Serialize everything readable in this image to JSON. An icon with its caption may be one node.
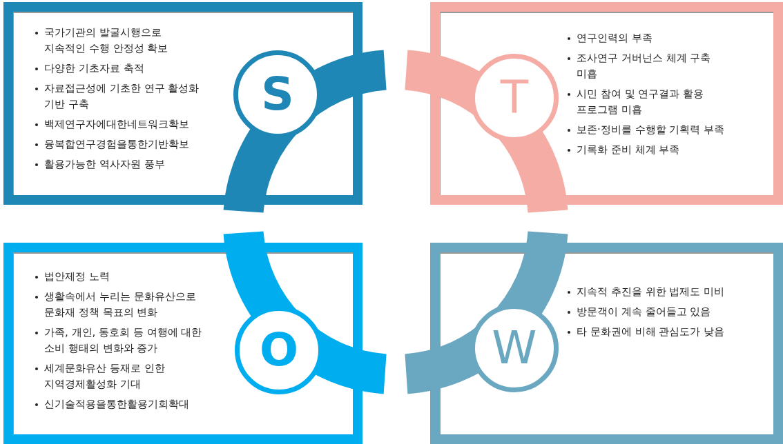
{
  "diagram": {
    "nodes": [
      {
        "text": [
          "국가기관의 발굴시행으로 지속적인 수행 안정성 확보",
          "다양한 기초자료 축적",
          "자료접근성에 기초한 연구 활성화 기반 구축",
          "백제연구자에대한네트워크확보",
          "융복합연구경험을통한기반확보",
          "활용가능한 역사자원 풍부"
        ]
      },
      {
        "text": [
          "S"
        ],
        "in": 0
      },
      {
        "text": [
          "연구인력의 부족",
          "조사연구 거버넌스 체계 구축 미흡",
          "시민 참여 및 연구결과 활용 프로그램 미흡",
          "보존·정비를 수행할 기획력 부족",
          "기록화 준비 체계 부족"
        ]
      },
      {
        "text": [
          "T"
        ],
        "in": 2
      },
      {
        "text": [
          "법안제정 노력",
          "생활속에서 누리는 문화유산으로 문화재 정책 목표의 변화",
          "가족, 개인, 동호회 등 여행에 대한 소비 행태의 변화와 증가",
          "세계문화유산 등재로 인한 지역경제활성화 기대",
          "신기술적용을통한활용기회확대"
        ]
      },
      {
        "text": [
          "O"
        ],
        "in": 4
      },
      {
        "text": [
          "지속적 추진을 위한 법제도 미비",
          "방문객이 계속 줄어들고 있음",
          "타 문화권에 비해 관심도가 낮음"
        ]
      },
      {
        "text": [
          "W"
        ],
        "in": 6
      }
    ]
  }
}
